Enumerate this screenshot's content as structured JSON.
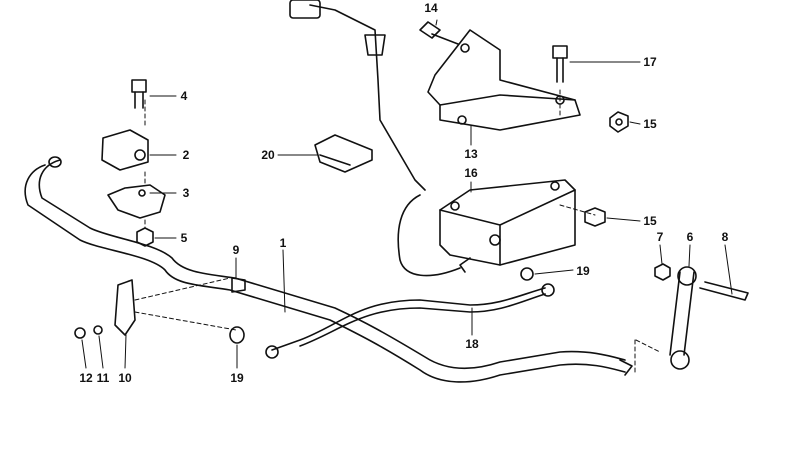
{
  "diagram": {
    "callouts": [
      {
        "id": "c14",
        "num": "14"
      },
      {
        "id": "c17",
        "num": "17"
      },
      {
        "id": "c15a",
        "num": "15"
      },
      {
        "id": "c4",
        "num": "4"
      },
      {
        "id": "c2",
        "num": "2"
      },
      {
        "id": "c20",
        "num": "20"
      },
      {
        "id": "c13",
        "num": "13"
      },
      {
        "id": "c3",
        "num": "3"
      },
      {
        "id": "c16",
        "num": "16"
      },
      {
        "id": "c15b",
        "num": "15"
      },
      {
        "id": "c5",
        "num": "5"
      },
      {
        "id": "c9",
        "num": "9"
      },
      {
        "id": "c1",
        "num": "1"
      },
      {
        "id": "c7",
        "num": "7"
      },
      {
        "id": "c6",
        "num": "6"
      },
      {
        "id": "c8",
        "num": "8"
      },
      {
        "id": "c19a",
        "num": "19"
      },
      {
        "id": "c18",
        "num": "18"
      },
      {
        "id": "c12",
        "num": "12"
      },
      {
        "id": "c11",
        "num": "11"
      },
      {
        "id": "c10",
        "num": "10"
      },
      {
        "id": "c19b",
        "num": "19"
      }
    ]
  }
}
